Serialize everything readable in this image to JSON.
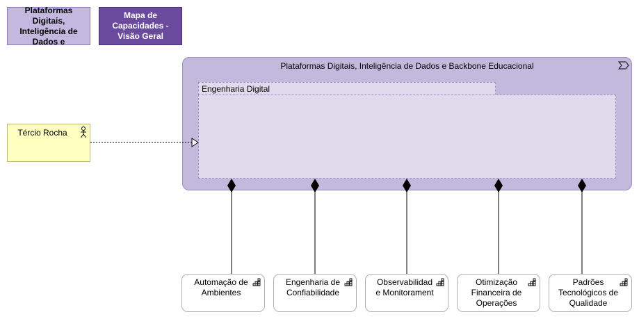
{
  "nav": {
    "box1_label": "Plataformas Digitais, Inteligência de Dados e",
    "box2_label": "Mapa de Capacidades - Visão Geral"
  },
  "group": {
    "title": "Plataformas Digitais, Inteligência de Dados e Backbone Educacional",
    "icon": "value-stream-icon"
  },
  "subgroup": {
    "title": "Engenharia Digital"
  },
  "actor": {
    "name": "Tércio Rocha",
    "icon": "actor-icon"
  },
  "capabilities": [
    {
      "label": "Automação de Ambientes",
      "icon": "capability-icon"
    },
    {
      "label": "Engenharia de Confiabilidade",
      "icon": "capability-icon"
    },
    {
      "label": "Observabilidad e Monitorament",
      "icon": "capability-icon"
    },
    {
      "label": "Otimização Financeira de Operações",
      "icon": "capability-icon"
    },
    {
      "label": "Padrões Tecnológicos de Qualidade",
      "icon": "capability-icon"
    }
  ],
  "colors": {
    "group_fill": "#c3b9dd",
    "subgroup_fill": "#e0dbec",
    "nav_active": "#6a4a9c",
    "actor_fill": "#ffffc0"
  }
}
